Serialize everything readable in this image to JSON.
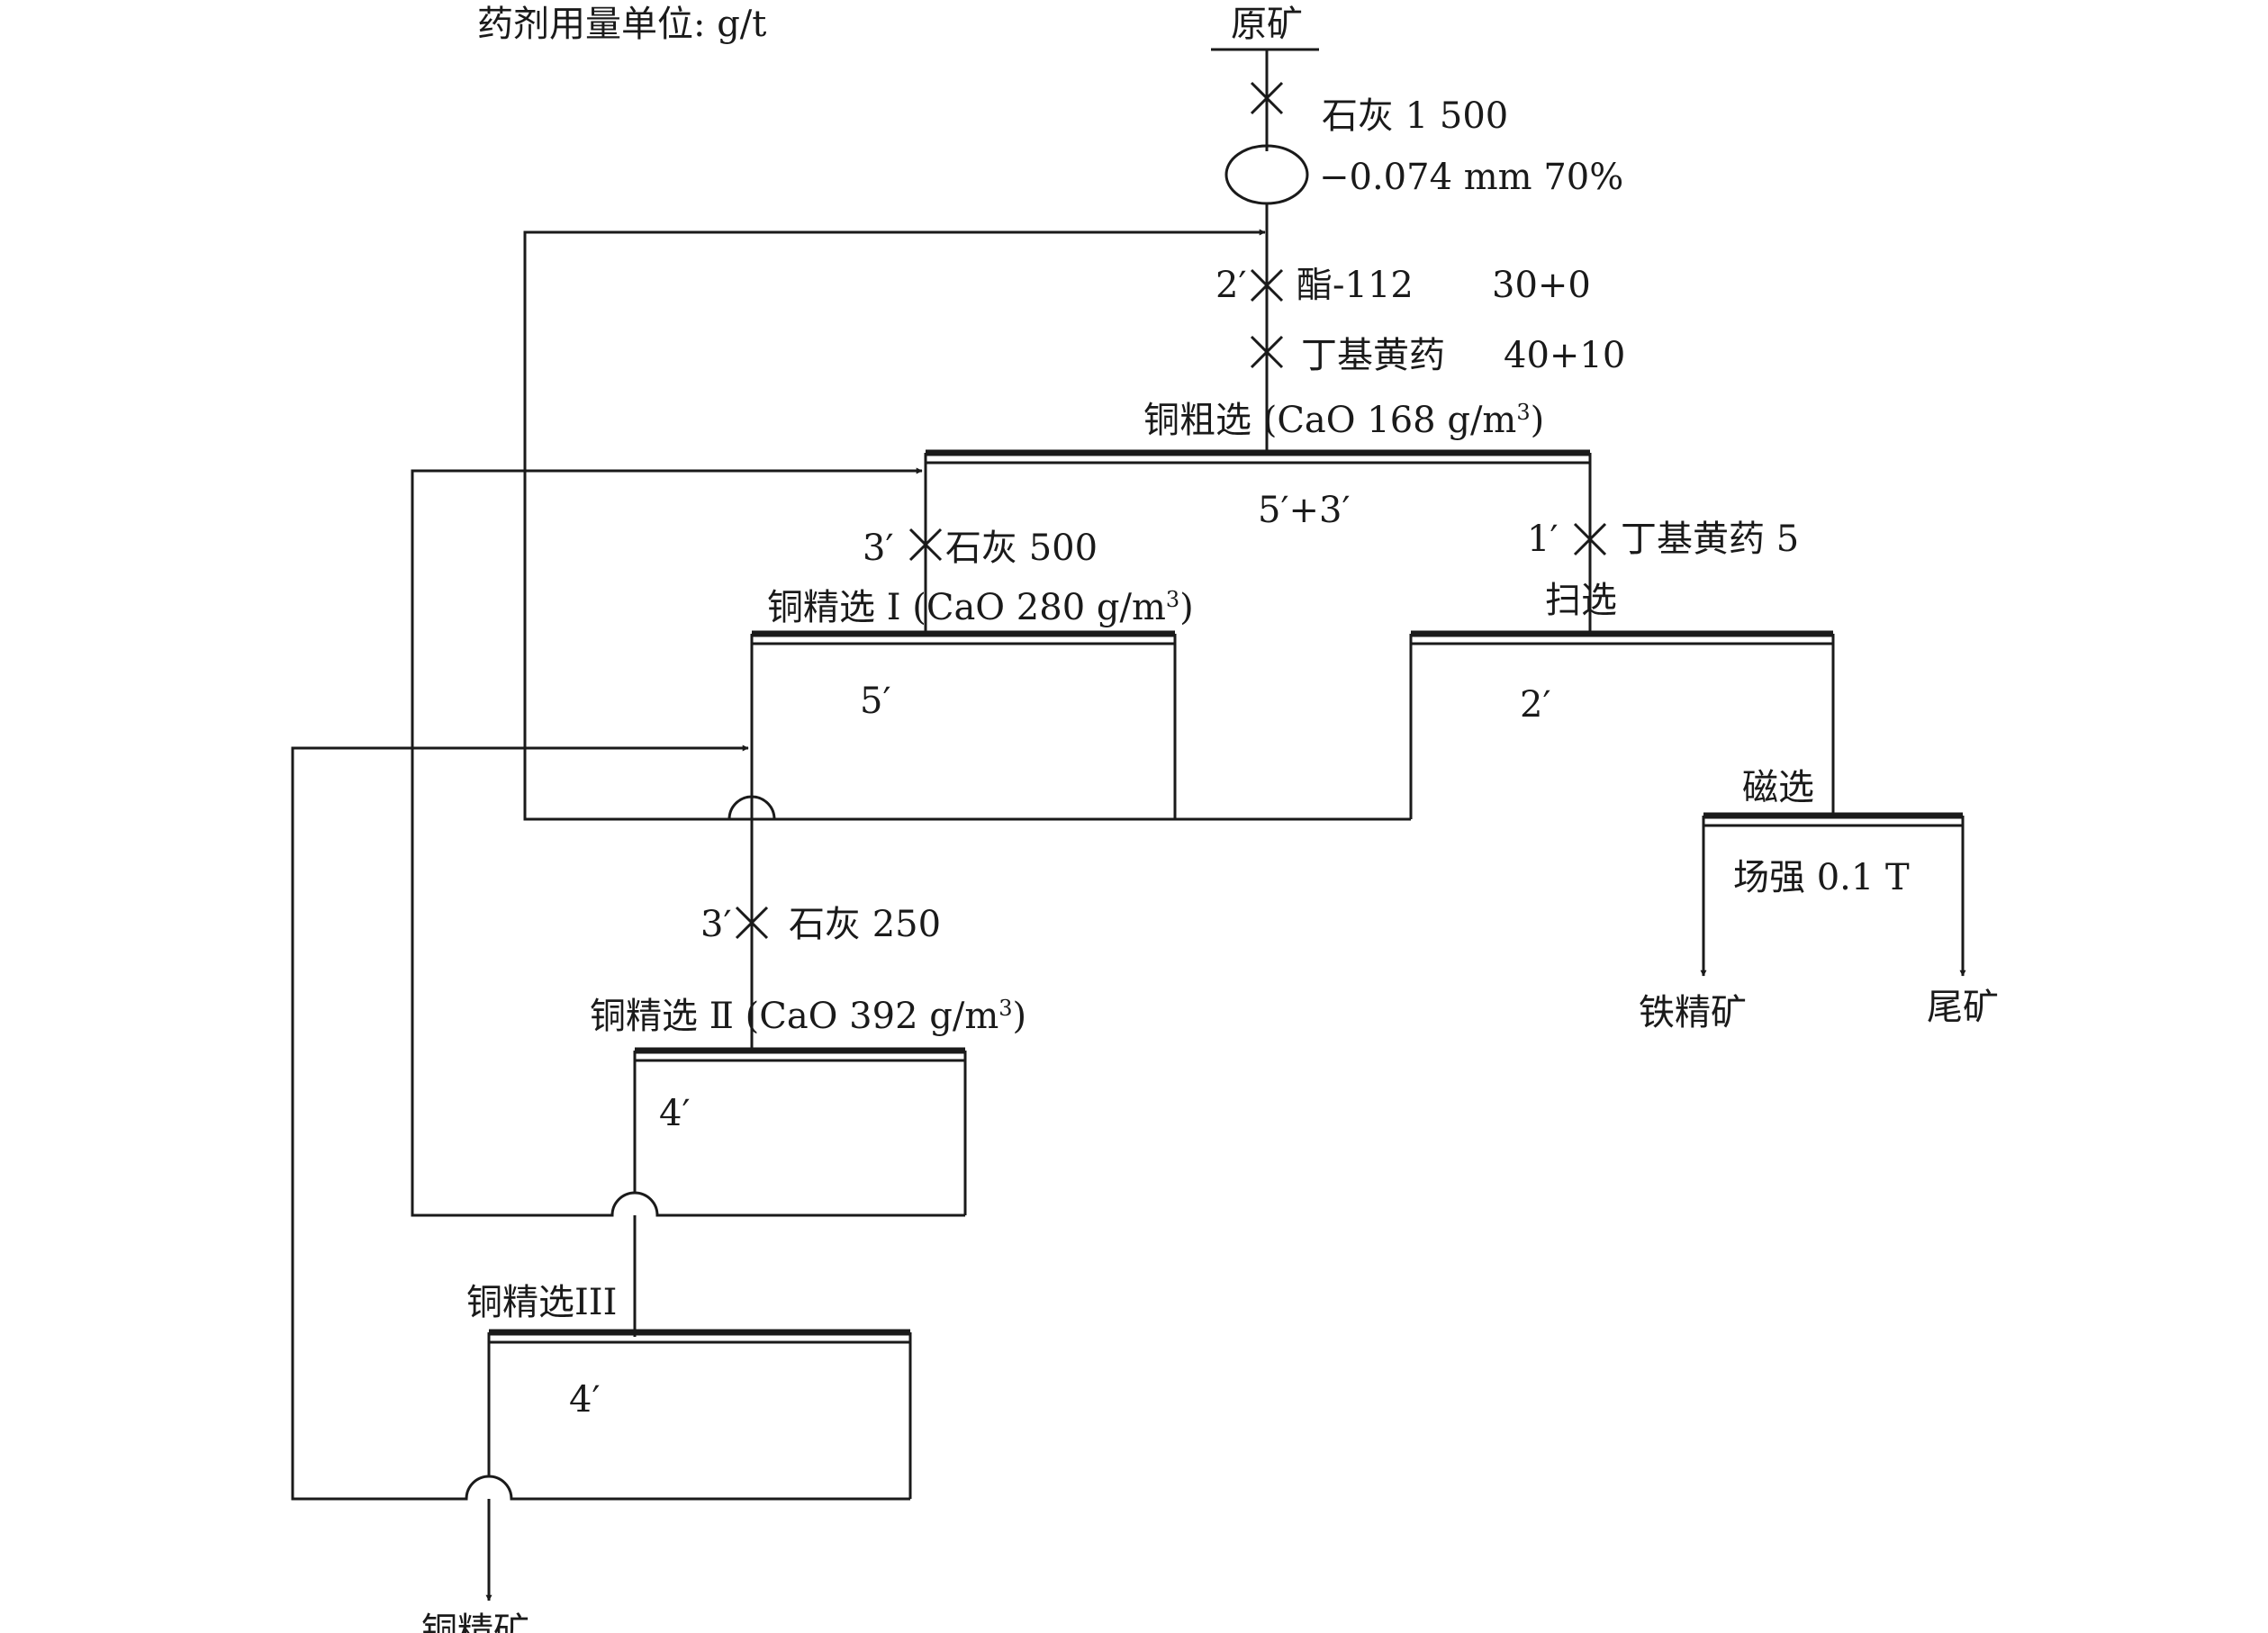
{
  "unit_note": "药剂用量单位: g/t",
  "feed": {
    "label": "原矿",
    "reagent": "石灰 1 500",
    "grind": "−0.074 mm 70%"
  },
  "rougher": {
    "label": "铜粗选 (CaO 168 g/m",
    "sup": "3",
    "close": ")",
    "time": "5′+3′",
    "time1": "2′",
    "reagent1_name": "酯-112",
    "reagent1_dose": "30+0",
    "reagent2_name": "丁基黄药",
    "reagent2_dose": "40+10"
  },
  "cleaner1": {
    "label": "铜精选 Ⅰ (CaO 280 g/m",
    "sup": "3",
    "close": ")",
    "time": "5′",
    "reagent_time": "3′",
    "reagent": "石灰 500"
  },
  "scavenger": {
    "label": "扫选",
    "time": "2′",
    "reagent_time": "1′",
    "reagent": "丁基黄药 5"
  },
  "magnetic": {
    "label": "磁选",
    "field": "场强 0.1 T",
    "out1": "铁精矿",
    "out2": "尾矿"
  },
  "cleaner2": {
    "label": "铜精选 Ⅱ (CaO 392 g/m",
    "sup": "3",
    "close": ")",
    "time": "4′",
    "reagent_time": "3′",
    "reagent": "石灰 250"
  },
  "cleaner3": {
    "label": "铜精选III",
    "time": "4′"
  },
  "product": {
    "label": "铜精矿"
  }
}
